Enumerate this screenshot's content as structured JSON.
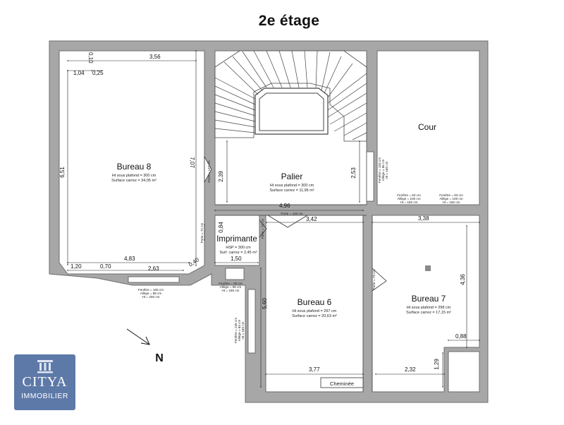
{
  "title": "2e étage",
  "rooms": {
    "bureau8": {
      "name": "Bureau 8",
      "ceiling": "Ht sous plafond = 300 cm",
      "surface": "Surface carrez = 34,05 m²"
    },
    "palier": {
      "name": "Palier",
      "ceiling": "Ht sous plafond = 300 cm",
      "surface": "Surface carrez = 11,96 m²"
    },
    "cour": {
      "name": "Cour"
    },
    "imprimante": {
      "name": "Imprimante",
      "ceiling": "HSP = 300 cm",
      "surface": "Surf. carrez = 2,45 m²"
    },
    "bureau6": {
      "name": "Bureau 6",
      "ceiling": "Ht sous plafond = 297 cm",
      "surface": "Surface carrez = 20,63 m²"
    },
    "bureau7": {
      "name": "Bureau 7",
      "ceiling": "Ht sous plafond = 298 cm",
      "surface": "Surface carrez = 17,15 m²"
    },
    "cheminee": {
      "name": "Cheminée"
    }
  },
  "dimensions": {
    "d_0_10": "0,10",
    "d_3_56": "3,56",
    "d_1_04": "1,04",
    "d_0_25": "0,25",
    "d_6_51": "6,51",
    "d_7_07": "7,07",
    "d_2_39": "2,39",
    "d_2_53": "2,53",
    "d_4_96": "4,96",
    "d_3_42": "3,42",
    "d_3_38": "3,38",
    "d_0_84": "0,84",
    "d_1_20": "1,20",
    "d_0_70": "0,70",
    "d_4_83": "4,83",
    "d_2_63": "2,63",
    "d_0_40": "0,40",
    "d_1_50": "1,50",
    "d_5_60": "5,60",
    "d_4_36": "4,36",
    "d_0_88": "0,88",
    "d_1_29": "1,29",
    "d_3_77": "3,77",
    "d_2_32": "2,32"
  },
  "openings": {
    "porte_palier_left": "Porte = 147 cm",
    "porte_imprimante": "Porte = 72 cm",
    "porte_imprimante_right": "Porte = 72 cm",
    "porte_palier_bottom": "Porte = 140 cm",
    "porte_bureau7": "Porte = 73 cm",
    "fenetre_cour_left": [
      "Fenêtre = 103 cm",
      "Allège = 85 cm",
      "Ht = 160 cm"
    ],
    "fenetre_cour_mid": [
      "Fenêtre = 83 cm",
      "Allège = 100 cm",
      "Ht = 160 cm"
    ],
    "fenetre_cour_right": [
      "Fenêtre = 83 cm",
      "Allège = 100 cm",
      "Ht = 160 cm"
    ],
    "fenetre_bureau8": [
      "Fenêtre = 106 cm",
      "Allège = 88 cm",
      "Ht = 200 cm"
    ],
    "fenetre_imprimante": [
      "Fenêtre = 80 cm",
      "Allège = 96 cm",
      "Ht = 185 cm"
    ],
    "fenetre_bureau6": [
      "Fenêtre = 235 cm",
      "Allège = 83 cm",
      "Ht = 160 cm"
    ]
  },
  "compass": {
    "label": "N"
  },
  "logo": {
    "brand": "CITYA",
    "sub": "IMMOBILIER"
  },
  "colors": {
    "wall": "#a7a7a7",
    "wall_edge": "#6e6e6e",
    "logo_bg": "#5d79a8"
  }
}
